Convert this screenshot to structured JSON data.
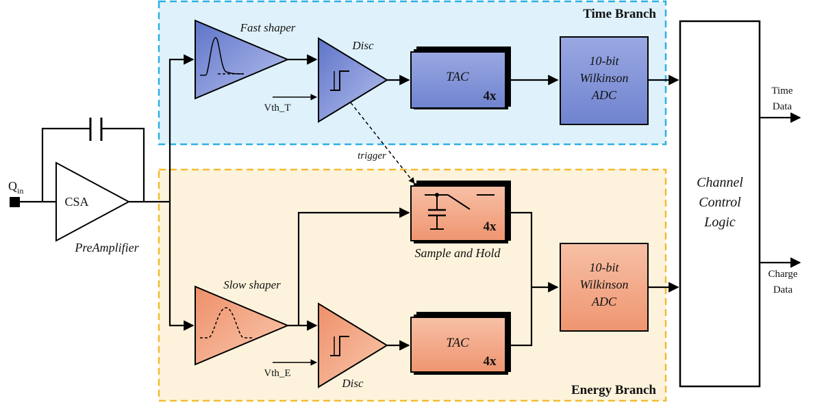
{
  "branches": {
    "time": "Time Branch",
    "energy": "Energy Branch"
  },
  "input": {
    "q": "Q",
    "q_sub": "in"
  },
  "preamp": {
    "block": "CSA",
    "caption": "PreAmplifier"
  },
  "time_branch": {
    "shaper": "Fast shaper",
    "disc": "Disc",
    "threshold": "Vth_T",
    "tac": "TAC",
    "tac_mult": "4x",
    "adc_line1": "10-bit",
    "adc_line2": "Wilkinson",
    "adc_line3": "ADC"
  },
  "trigger": "trigger",
  "energy_branch": {
    "sample_hold": "Sample and Hold",
    "sample_hold_mult": "4x",
    "shaper": "Slow shaper",
    "disc": "Disc",
    "threshold": "Vth_E",
    "tac": "TAC",
    "tac_mult": "4x",
    "adc_line1": "10-bit",
    "adc_line2": "Wilkinson",
    "adc_line3": "ADC"
  },
  "control": {
    "line1": "Channel",
    "line2": "Control",
    "line3": "Logic"
  },
  "outputs": {
    "time_line1": "Time",
    "time_line2": "Data",
    "charge_line1": "Charge",
    "charge_line2": "Data"
  },
  "colors": {
    "time_bg": "#dff2fb",
    "time_border": "#2bb0e6",
    "energy_bg": "#fdf3dc",
    "energy_border": "#f2bc2f",
    "blue_fill": "#8798d8",
    "blue_light": "#b3bfec",
    "orange_fill": "#f2a07f",
    "orange_light": "#f8c2a8"
  }
}
